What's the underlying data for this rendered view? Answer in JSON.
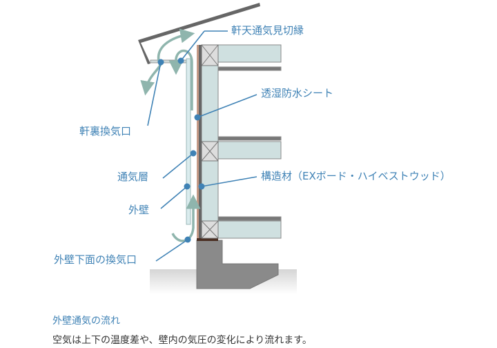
{
  "labels": {
    "soffit_edge": "軒天通気見切縁",
    "moisture_sheet": "透湿防水シート",
    "eave_vent": "軒裏換気口",
    "air_layer": "通気層",
    "structure": "構造材（EXボード・ハイベストウッド）",
    "outer_wall": "外壁",
    "bottom_vent": "外壁下面の換気口"
  },
  "caption": {
    "title": "外壁通気の流れ",
    "text": "空気は上下の温度差や、壁内の気圧の変化により流れます。"
  },
  "colors": {
    "accent": "#3f82b5",
    "arrow": "#8fb5ad",
    "text": "#333333"
  }
}
